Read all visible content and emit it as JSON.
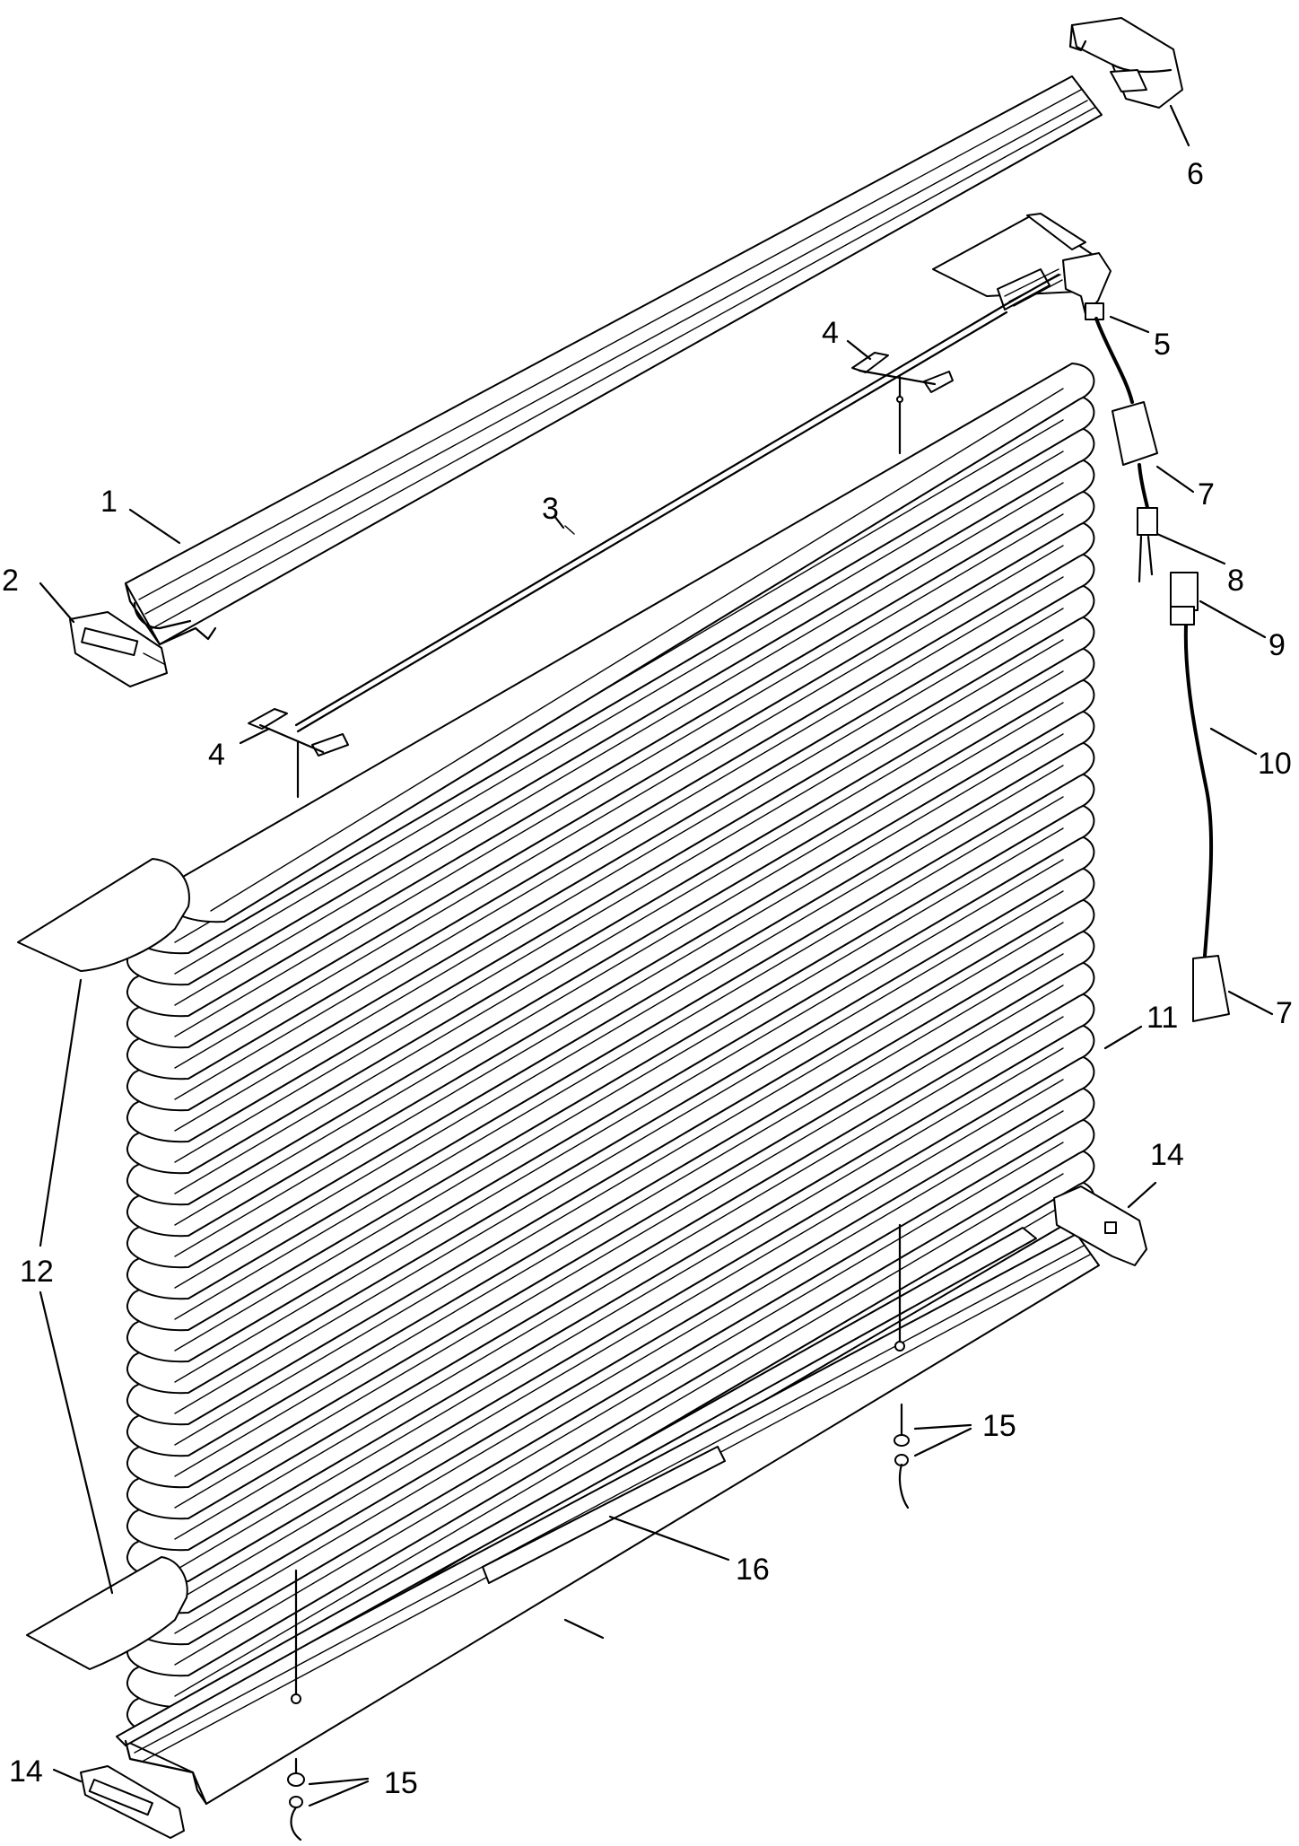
{
  "figure": {
    "callouts": [
      {
        "id": "1",
        "text": "1"
      },
      {
        "id": "2",
        "text": "2"
      },
      {
        "id": "3",
        "text": "3"
      },
      {
        "id": "4a",
        "text": "4"
      },
      {
        "id": "4b",
        "text": "4"
      },
      {
        "id": "5",
        "text": "5"
      },
      {
        "id": "6",
        "text": "6"
      },
      {
        "id": "7a",
        "text": "7"
      },
      {
        "id": "7b",
        "text": "7"
      },
      {
        "id": "8",
        "text": "8"
      },
      {
        "id": "9",
        "text": "9"
      },
      {
        "id": "10",
        "text": "10"
      },
      {
        "id": "11",
        "text": "11"
      },
      {
        "id": "12",
        "text": "12"
      },
      {
        "id": "14a",
        "text": "14"
      },
      {
        "id": "14b",
        "text": "14"
      },
      {
        "id": "15a",
        "text": "15"
      },
      {
        "id": "15b",
        "text": "15"
      },
      {
        "id": "16",
        "text": "16"
      }
    ]
  },
  "colors": {
    "ink": "#000000",
    "paper": "#ffffff"
  }
}
